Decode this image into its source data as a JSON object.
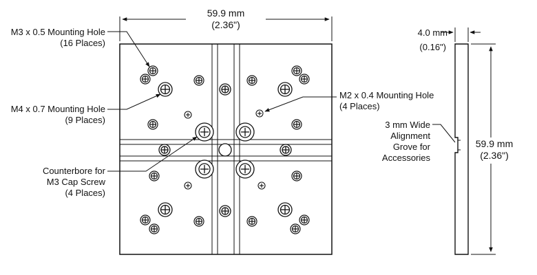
{
  "dimensions": {
    "top_width": {
      "mm": "59.9 mm",
      "inch": "(2.36\")"
    },
    "side_thickness": {
      "mm": "4.0 mm",
      "inch": "(0.16\")"
    },
    "side_height": {
      "mm": "59.9 mm",
      "inch": "(2.36\")"
    }
  },
  "callouts": {
    "m3_hole": {
      "line1": "M3 x 0.5 Mounting Hole",
      "line2": "(16 Places)"
    },
    "m4_hole": {
      "line1": "M4 x 0.7 Mounting Hole",
      "line2": "(9 Places)"
    },
    "counterbore": {
      "line1": "Counterbore for",
      "line2": "M3 Cap Screw",
      "line3": "(4 Places)"
    },
    "m2_hole": {
      "line1": "M2 x 0.4 Mounting Hole",
      "line2": "(4 Places)"
    },
    "groove": {
      "line1": "3 mm Wide",
      "line2": "Alignment",
      "line3": "Grove for",
      "line4": "Accessories"
    }
  }
}
